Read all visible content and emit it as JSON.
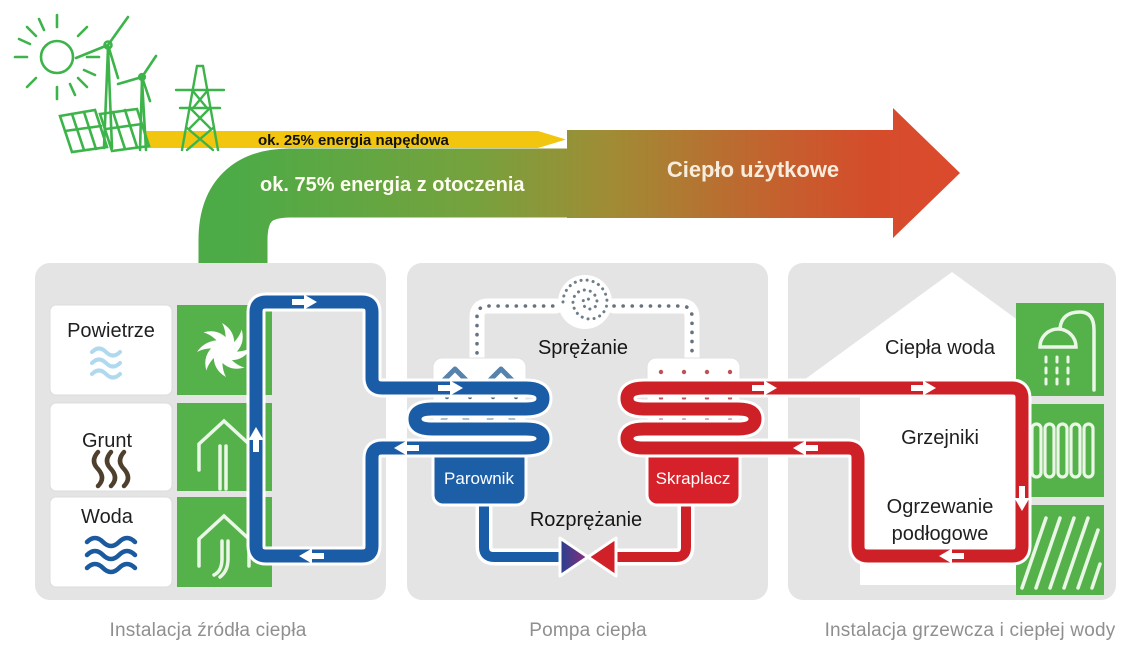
{
  "energy_flow": {
    "drive_energy_label": "ok. 25% energia napędowa",
    "ambient_energy_label": "ok. 75% energia z otoczenia",
    "useful_heat_label": "Ciepło użytkowe"
  },
  "source_panel": {
    "caption": "Instalacja źródła ciepła",
    "sources": [
      {
        "label": "Powietrze",
        "icon": "air-fan"
      },
      {
        "label": "Grunt",
        "icon": "ground-probe-house"
      },
      {
        "label": "Woda",
        "icon": "water-well-house"
      }
    ]
  },
  "pump_panel": {
    "caption": "Pompa ciepła",
    "compression_label": "Sprężanie",
    "expansion_label": "Rozprężanie",
    "evaporator_label": "Parownik",
    "condenser_label": "Skraplacz"
  },
  "heating_panel": {
    "caption": "Instalacja grzewcza i ciepłej wody",
    "hot_water_label": "Ciepła woda",
    "radiators_label": "Grzejniki",
    "floor_heating_line1": "Ogrzewanie",
    "floor_heating_line2": "podłogowe"
  },
  "colors": {
    "pipe_cold": "#1a5ca6",
    "pipe_hot": "#ce2127",
    "source_green": "#55b24a",
    "eco_line_green": "#3cb44a",
    "band_yellow": "#f2c50f",
    "arrow_green": "#4cab47",
    "arrow_red": "#dc4a2d",
    "evaporator_blue": "#1d5fa7",
    "condenser_red": "#d6212b",
    "panel_gray": "#e4e4e4",
    "dotted_pipe": "#66737e"
  }
}
